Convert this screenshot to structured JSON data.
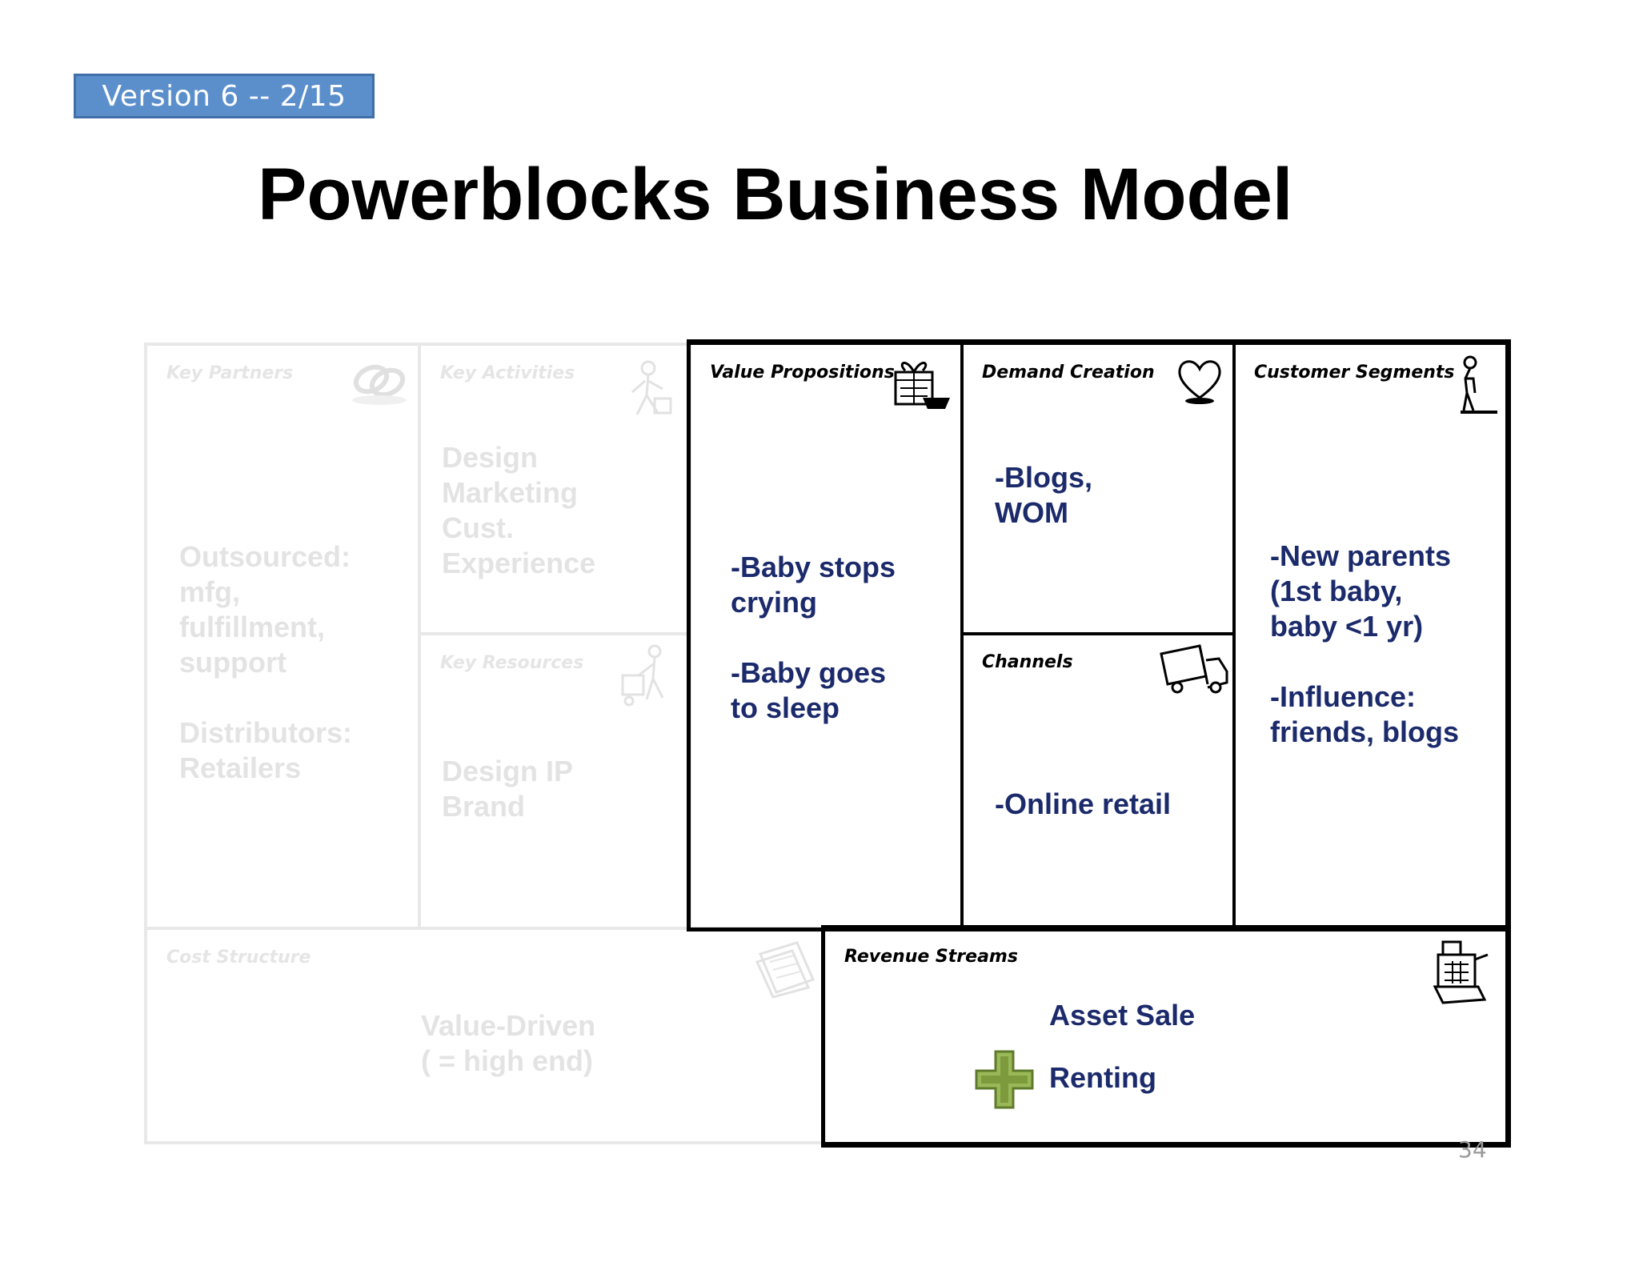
{
  "version_badge": "Version 6 -- 2/15",
  "title": "Powerblocks Business Model",
  "page_number": "34",
  "colors": {
    "badge_fill": "#5b8fcc",
    "active_text": "#1b2a6b",
    "faded_text": "#e3e3e3",
    "plus_green": "#7d9a3c"
  },
  "blocks": {
    "key_partners": {
      "label": "Key Partners",
      "icon": "chain-link-icon",
      "text": "Outsourced:\nmfg,\nfulfillment,\nsupport\n\nDistributors:\nRetailers"
    },
    "key_activities": {
      "label": "Key Activities",
      "icon": "worker-icon",
      "text": "Design\nMarketing\nCust.\nExperience"
    },
    "key_resources": {
      "label": "Key Resources",
      "icon": "hand-truck-icon",
      "text": "Design IP\nBrand"
    },
    "value_propositions": {
      "label": "Value Propositions",
      "icon": "gift-icon",
      "text": "-Baby stops\ncrying\n\n-Baby goes\nto sleep"
    },
    "demand_creation": {
      "label": "Demand Creation",
      "icon": "heart-icon",
      "text": "-Blogs,\nWOM"
    },
    "channels": {
      "label": "Channels",
      "icon": "truck-icon",
      "text": "-Online retail"
    },
    "customer_segments": {
      "label": "Customer Segments",
      "icon": "person-icon",
      "text": "-New parents\n(1st baby,\nbaby <1 yr)\n\n-Influence:\nfriends, blogs"
    },
    "cost_structure": {
      "label": "Cost Structure",
      "icon": "papers-icon",
      "text": "Value-Driven\n( = high end)"
    },
    "revenue_streams": {
      "label": "Revenue Streams",
      "icon": "cash-register-icon",
      "text": "Asset Sale\n\nRenting",
      "plus_icon": "plus-icon"
    }
  }
}
